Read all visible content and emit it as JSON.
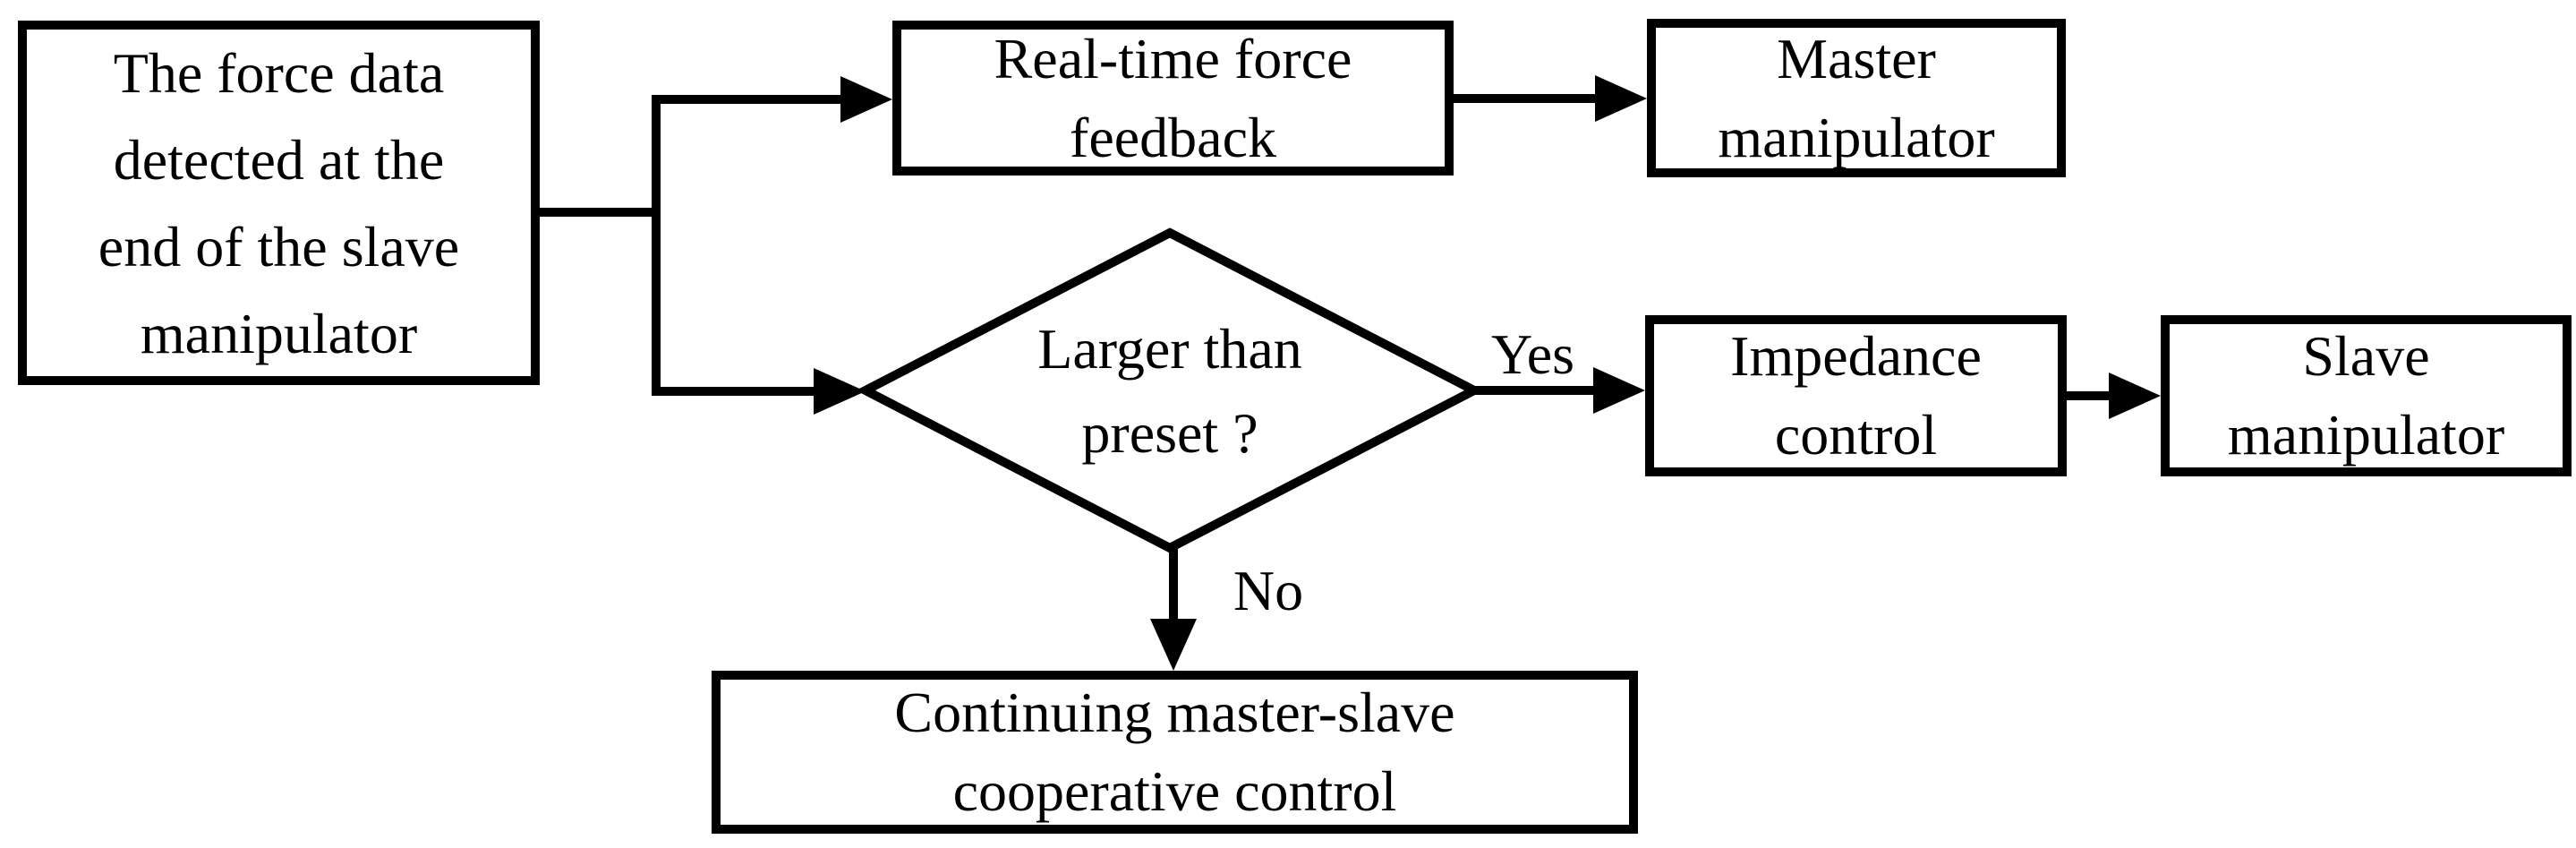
{
  "diagram": {
    "type": "flowchart",
    "colors": {
      "stroke": "#000000",
      "background": "#ffffff",
      "text": "#000000"
    },
    "nodes": {
      "force_data": {
        "shape": "rectangle",
        "lines": [
          "The force data",
          "detected at the",
          "end of the slave",
          "manipulator"
        ]
      },
      "realtime_feedback": {
        "shape": "rectangle",
        "lines": [
          "Real-time force",
          "feedback"
        ]
      },
      "master_manipulator": {
        "shape": "rectangle",
        "lines": [
          "Master",
          "manipulator"
        ]
      },
      "decision": {
        "shape": "diamond",
        "lines": [
          "Larger than",
          "preset ?"
        ]
      },
      "impedance_control": {
        "shape": "rectangle",
        "lines": [
          "Impedance",
          "control"
        ]
      },
      "slave_manipulator": {
        "shape": "rectangle",
        "lines": [
          "Slave",
          "manipulator"
        ]
      },
      "continuing_control": {
        "shape": "rectangle",
        "lines": [
          "Continuing master-slave",
          "cooperative control"
        ]
      }
    },
    "edge_labels": {
      "yes": "Yes",
      "no": "No"
    },
    "edges": [
      {
        "from": "force_data",
        "to": "realtime_feedback"
      },
      {
        "from": "force_data",
        "to": "decision"
      },
      {
        "from": "realtime_feedback",
        "to": "master_manipulator"
      },
      {
        "from": "decision",
        "to": "impedance_control",
        "label": "Yes"
      },
      {
        "from": "impedance_control",
        "to": "slave_manipulator"
      },
      {
        "from": "decision",
        "to": "continuing_control",
        "label": "No"
      }
    ]
  }
}
